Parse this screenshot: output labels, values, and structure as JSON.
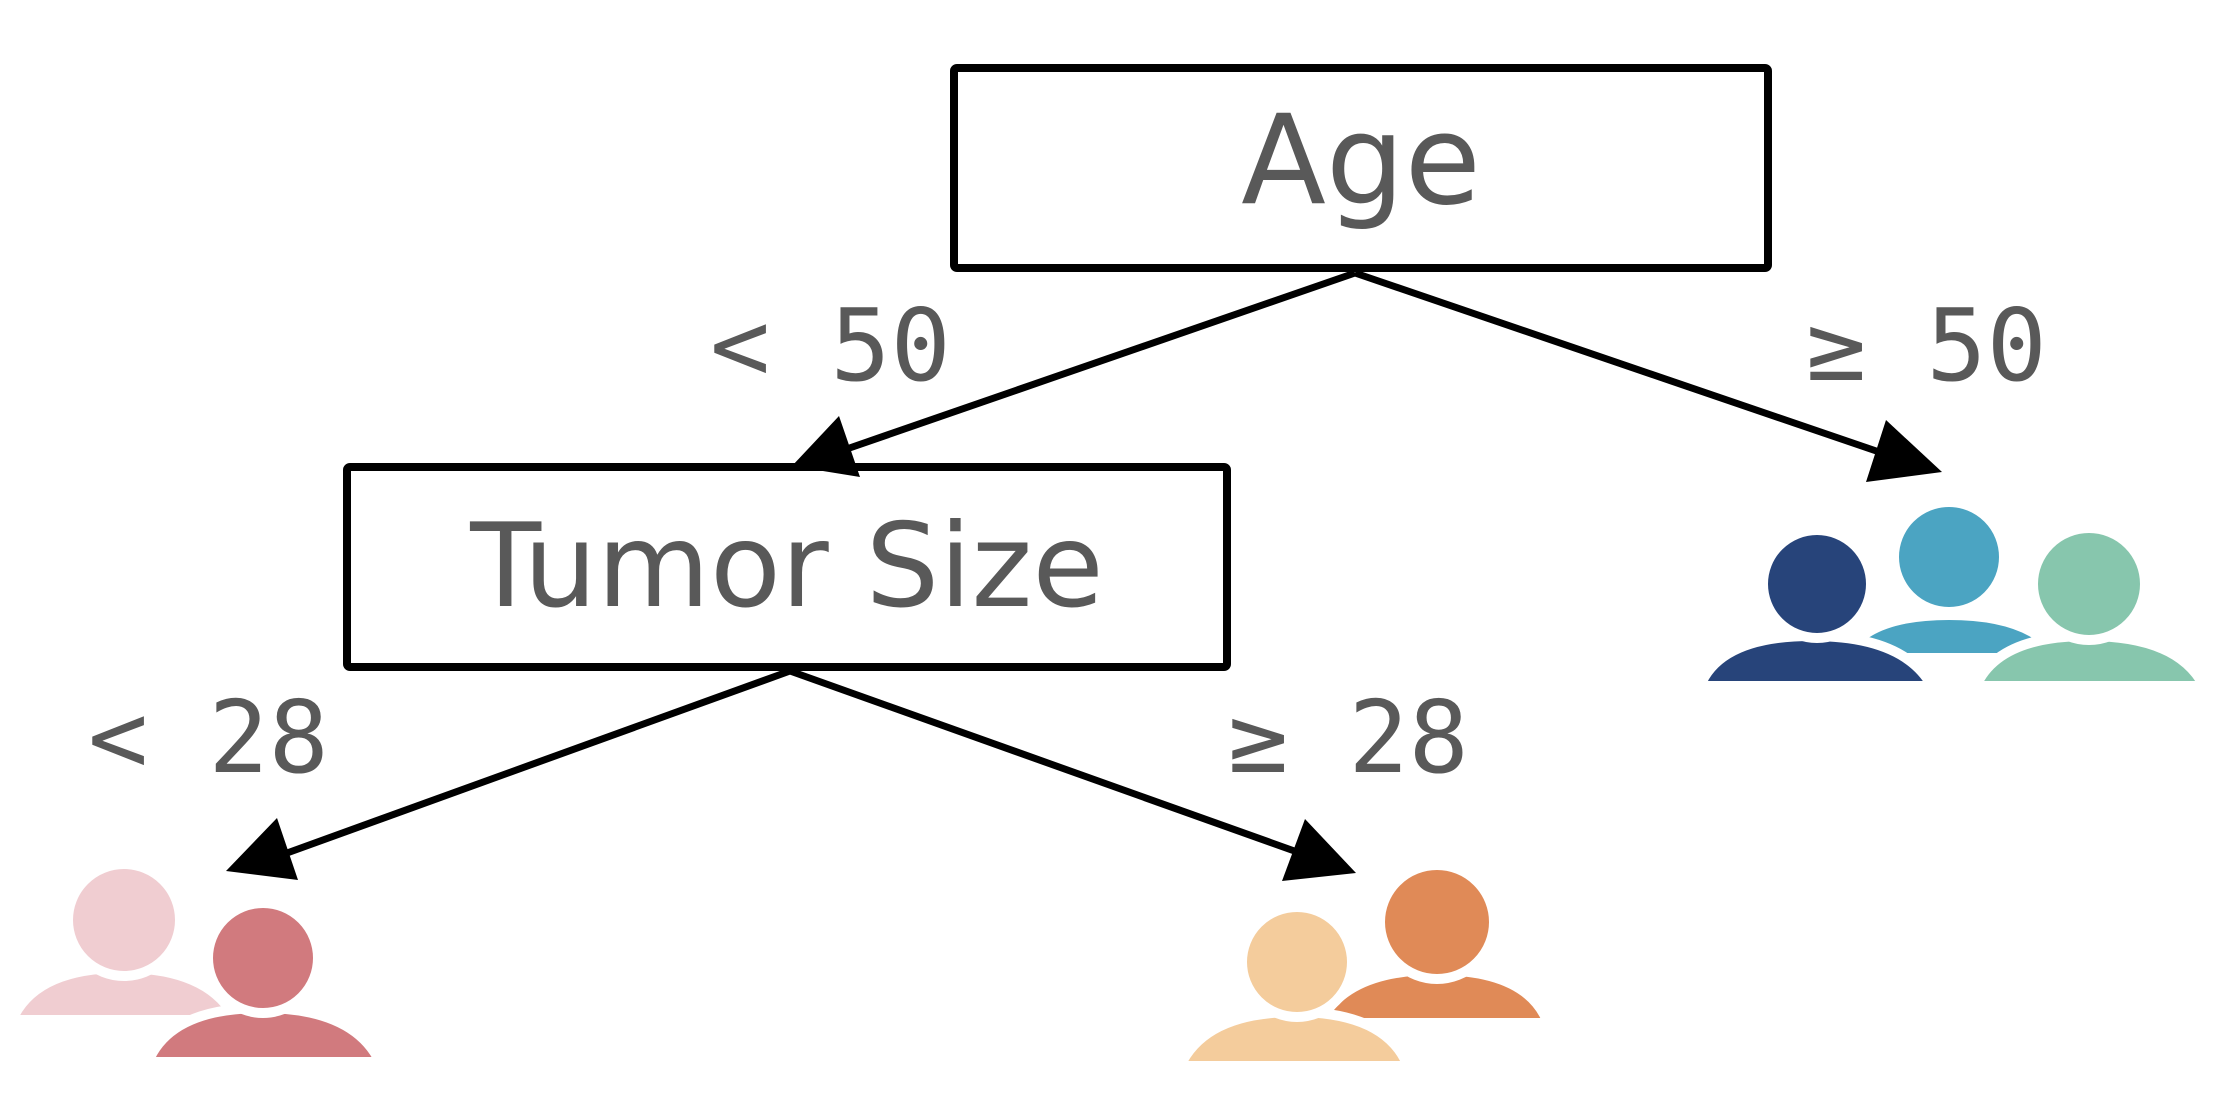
{
  "nodes": {
    "root": {
      "label": "Age"
    },
    "child": {
      "label": "Tumor Size"
    }
  },
  "edges": {
    "root_left": "< 50",
    "root_right": "≥ 50",
    "child_left": "< 28",
    "child_right": "≥ 28"
  },
  "leaves": {
    "right_group": {
      "icon": "people-group-icon",
      "colors": [
        "#27447a",
        "#4ba4c2",
        "#87c6ad"
      ]
    },
    "left_group": {
      "icon": "people-pair-icon",
      "colors": [
        "#f0cdd1",
        "#d17a7e"
      ]
    },
    "middle_group": {
      "icon": "people-pair-icon",
      "colors": [
        "#f4cc9c",
        "#e08a57"
      ]
    }
  },
  "colors": {
    "line": "#000000",
    "text": "#595959"
  }
}
